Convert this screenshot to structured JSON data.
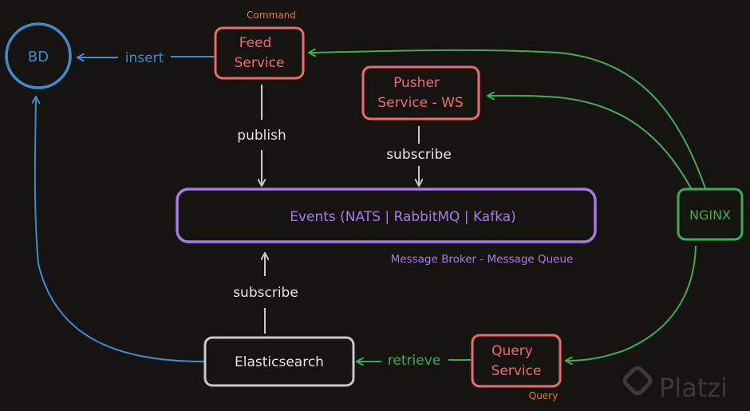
{
  "colors": {
    "background": "#161410",
    "blue": "#3d8bd1",
    "red": "#ef6b6b",
    "purple": "#a779e9",
    "green": "#3fae53",
    "gray": "#c8c8c8",
    "orange": "#e07a32",
    "watermark": "#3b3a35"
  },
  "nodes": {
    "bd": "BD",
    "feed_line1": "Feed",
    "feed_line2": "Service",
    "pusher_line1": "Pusher",
    "pusher_line2": "Service - WS",
    "events": "Events (NATS | RabbitMQ | Kafka)",
    "nginx": "NGINX",
    "query_line1": "Query",
    "query_line2": "Service",
    "elasticsearch": "Elasticsearch"
  },
  "labels": {
    "command": "Command",
    "query_tag": "Query",
    "broker": "Message Broker - Message Queue",
    "insert": "insert",
    "publish": "publish",
    "subscribe_top": "subscribe",
    "subscribe_bottom": "subscribe",
    "retrieve": "retrieve"
  },
  "watermark": "Platzi"
}
